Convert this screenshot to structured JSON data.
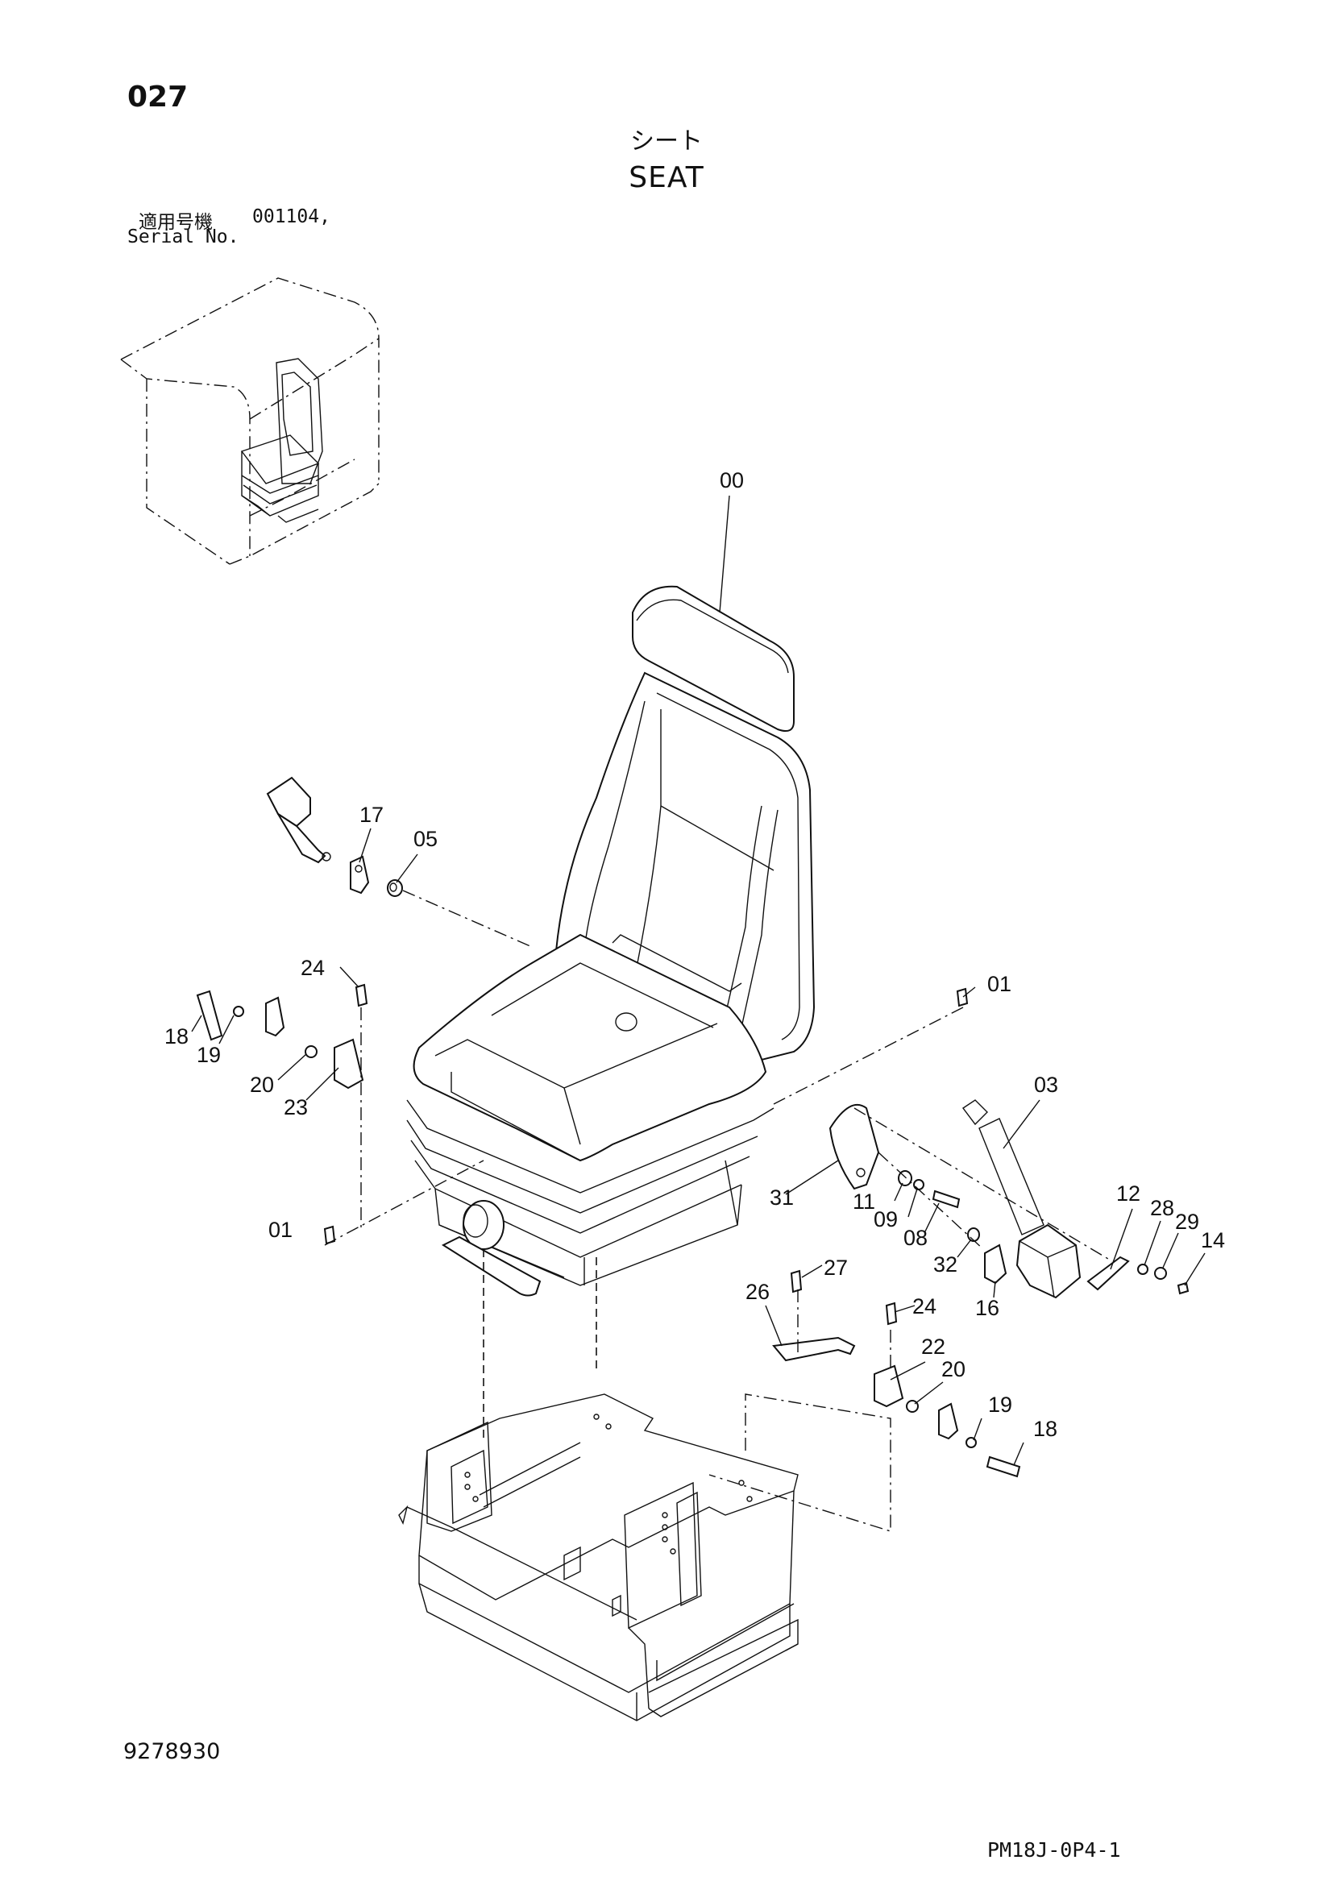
{
  "header": {
    "page_number": "027",
    "title_jp": "シート",
    "title_en": "SEAT",
    "serial_label_jp": "適用号機",
    "serial_value": "001104,",
    "serial_label_en": "Serial No."
  },
  "callouts": [
    "00",
    "01",
    "01",
    "03",
    "05",
    "08",
    "09",
    "11",
    "12",
    "14",
    "16",
    "17",
    "18",
    "18",
    "19",
    "19",
    "20",
    "20",
    "22",
    "23",
    "24",
    "24",
    "26",
    "27",
    "28",
    "29",
    "31",
    "32"
  ],
  "footer": {
    "drawing_number": "9278930",
    "sheet_code": "PM18J-0P4-1"
  }
}
